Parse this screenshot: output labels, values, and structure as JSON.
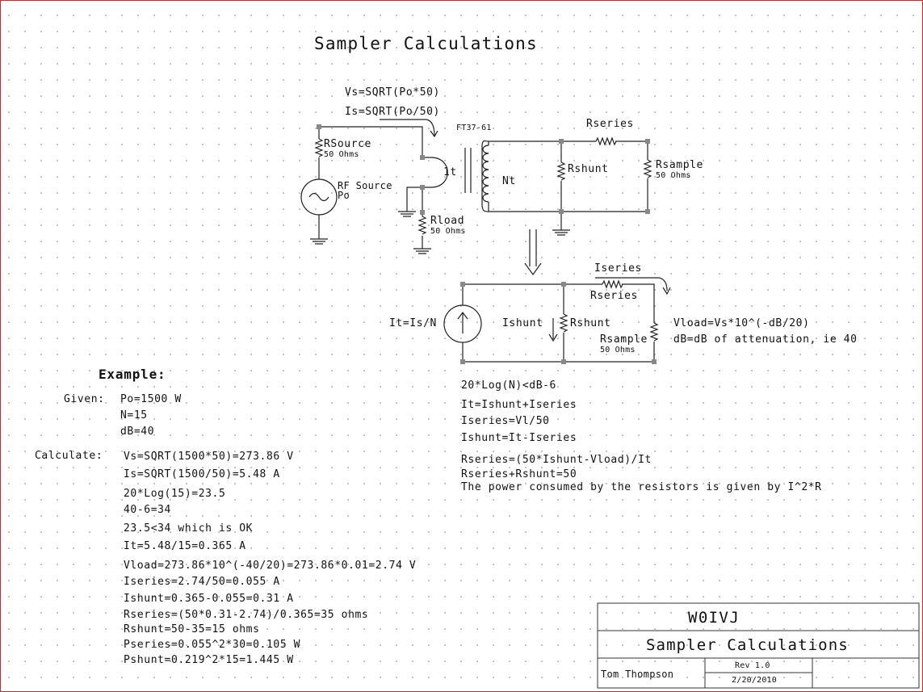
{
  "title": "Sampler Calculations",
  "schematic1": {
    "vs_formula": "Vs=SQRT(Po*50)",
    "is_formula": "Is=SQRT(Po/50)",
    "core_label": "FT37-61",
    "rsource_label": "RSource",
    "rsource_value": "50 Ohms",
    "rf_source_label": "RF Source",
    "rf_source_po": "Po",
    "one_turn": "1t",
    "nt_label": "Nt",
    "rload_label": "Rload",
    "rload_value": "50 Ohms",
    "rseries_label": "Rseries",
    "rshunt_label": "Rshunt",
    "rsample_label": "Rsample",
    "rsample_value": "50 Ohms"
  },
  "schematic2": {
    "iseries_label": "Iseries",
    "rseries_label": "Rseries",
    "it_label": "It=Is/N",
    "ishunt_label": "Ishunt",
    "rshunt_label": "Rshunt",
    "rsample_label": "Rsample",
    "rsample_value": "50 Ohms",
    "vload_formula": "Vload=Vs*10^(-dB/20)",
    "db_note": "dB=dB of attenuation, ie 40"
  },
  "formulas": [
    "20*Log(N)<dB-6",
    "It=Ishunt+Iseries",
    "Iseries=Vl/50",
    "Ishunt=It-Iseries",
    "Rseries=(50*Ishunt-Vload)/It",
    "Rseries+Rshunt=50",
    "The power consumed by the resistors is given by I^2*R"
  ],
  "example": {
    "heading": "Example:",
    "given_label": "Given:",
    "given": [
      "Po=1500 W",
      "N=15",
      "dB=40"
    ],
    "calculate_label": "Calculate:",
    "calc": [
      "Vs=SQRT(1500*50)=273.86 V",
      "Is=SQRT(1500/50)=5.48 A",
      "20*Log(15)=23.5",
      "40-6=34",
      "23.5<34 which is OK",
      "It=5.48/15=0.365 A",
      "Vload=273.86*10^(-40/20)=273.86*0.01=2.74 V",
      "Iseries=2.74/50=0.055 A",
      "Ishunt=0.365-0.055=0.31 A",
      "Rseries=(50*0.31-2.74)/0.365=35 ohms",
      "Rshunt=50-35=15 ohms",
      "Pseries=0.055^2*30=0.105 W",
      "Pshunt=0.219^2*15=1.445 W"
    ]
  },
  "title_block": {
    "callsign": "W0IVJ",
    "drawing_title": "Sampler Calculations",
    "author": "Tom Thompson",
    "revision": "Rev 1.0",
    "date": "2/20/2010"
  }
}
